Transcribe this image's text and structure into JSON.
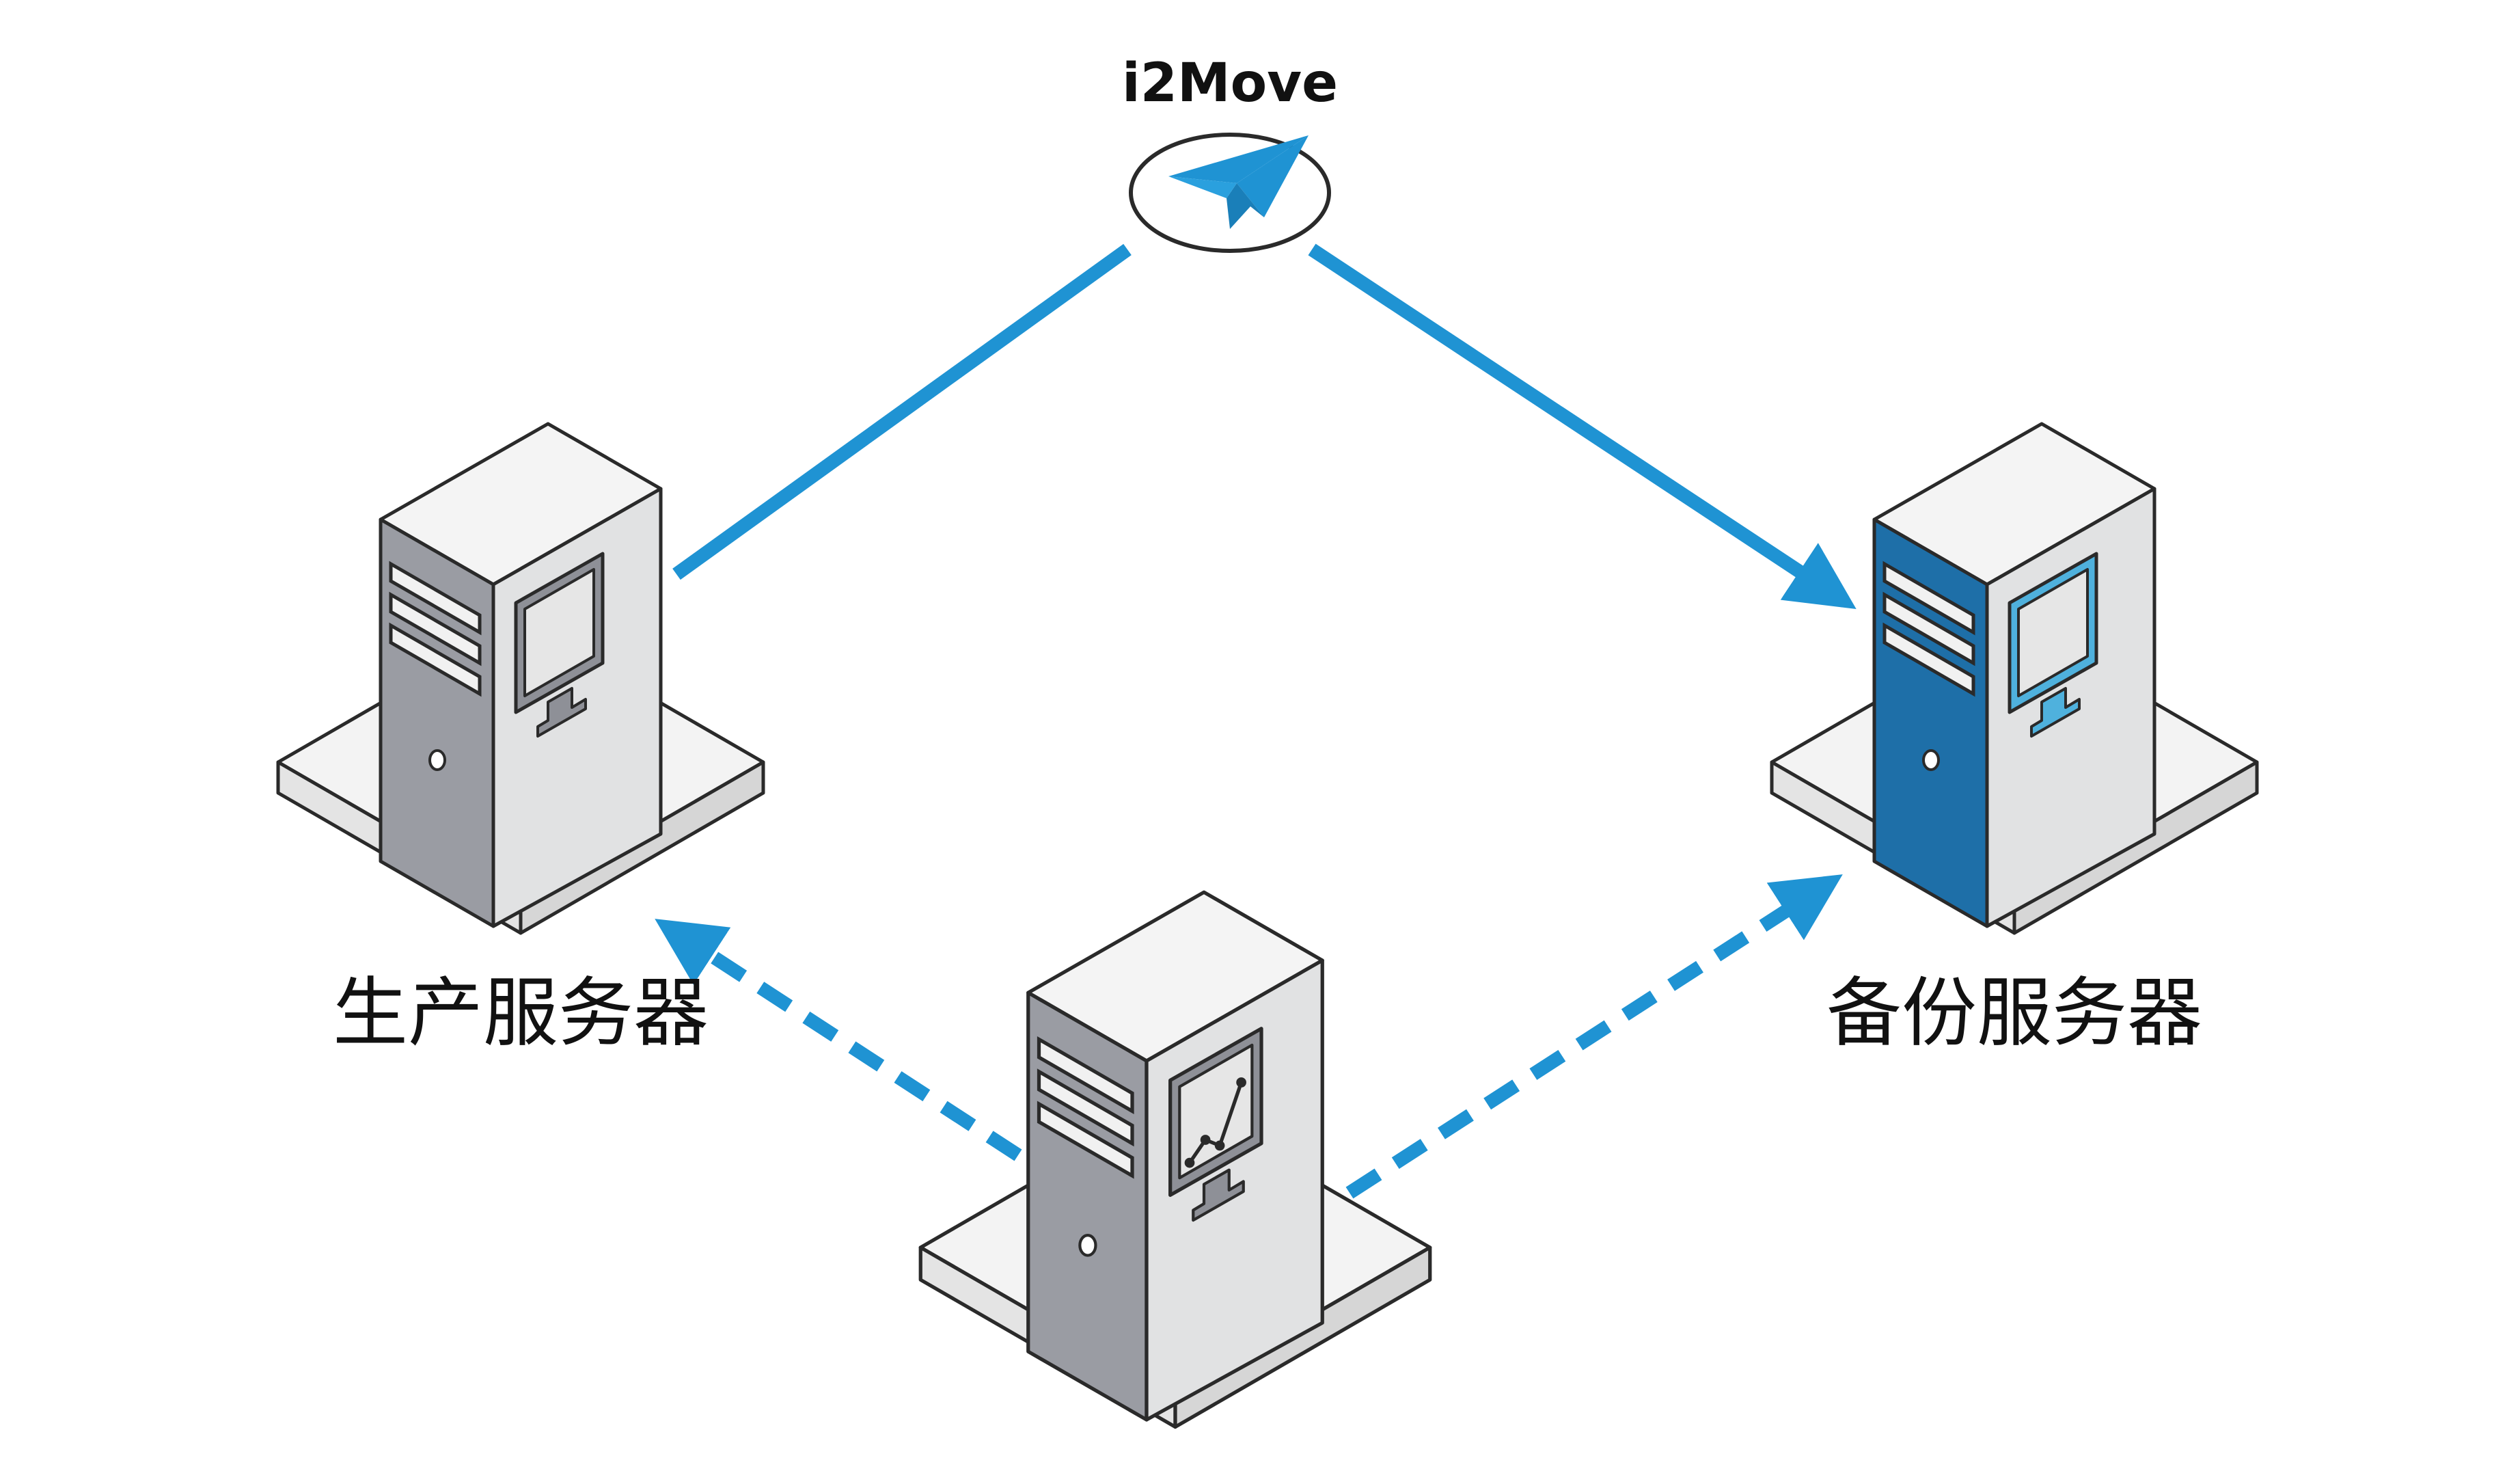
{
  "brand_label": "i2Move",
  "left_label": "生产服务器",
  "right_label": "备份服务器",
  "colors": {
    "link_blue": "#1f93d3",
    "server_front_gray": "#9a9ca3",
    "server_side": "#e1e2e3",
    "server_top": "#f4f4f4",
    "backup_front_blue": "#1e6fa8",
    "backup_screen": "#4fb1dd",
    "outline": "#2a2a2a"
  },
  "icons": {
    "brand": "paper-plane-icon",
    "left_screen": "monitor-icon",
    "right_screen": "monitor-icon",
    "bottom_screen": "monitor-chart-icon"
  }
}
